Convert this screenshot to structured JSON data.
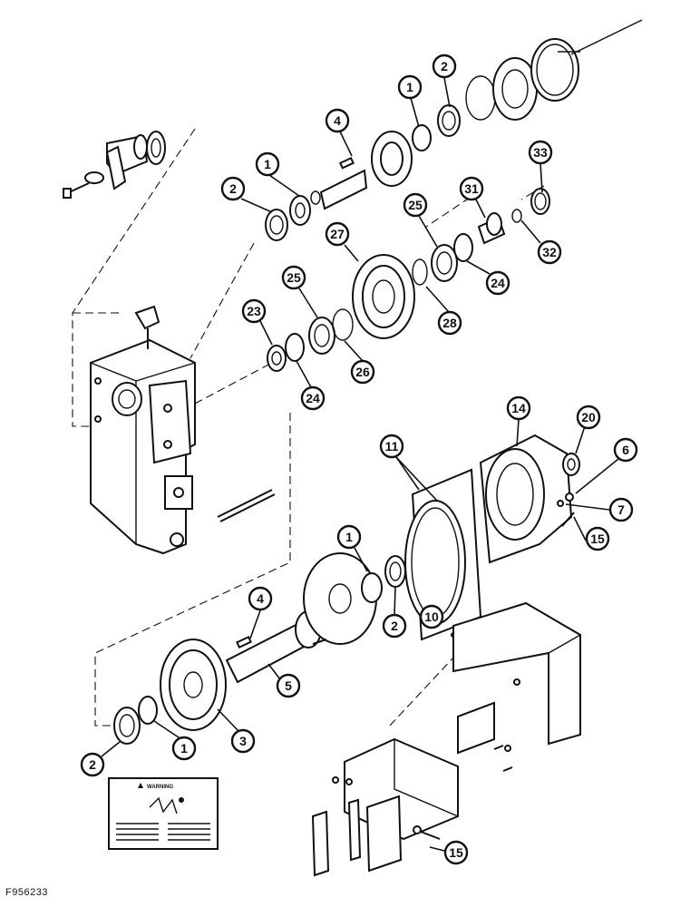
{
  "figure_code": "F956233",
  "warning_label": {
    "title": "WARNING"
  },
  "callouts": [
    {
      "id": "c2-top",
      "label": "2"
    },
    {
      "id": "c1-top",
      "label": "1"
    },
    {
      "id": "c4-top",
      "label": "4"
    },
    {
      "id": "c33",
      "label": "33"
    },
    {
      "id": "c1-mid",
      "label": "1"
    },
    {
      "id": "c2-mid",
      "label": "2"
    },
    {
      "id": "c31",
      "label": "31"
    },
    {
      "id": "c27",
      "label": "27"
    },
    {
      "id": "c25-right",
      "label": "25"
    },
    {
      "id": "c32",
      "label": "32"
    },
    {
      "id": "c24-right",
      "label": "24"
    },
    {
      "id": "c25-left",
      "label": "25"
    },
    {
      "id": "c23",
      "label": "23"
    },
    {
      "id": "c28",
      "label": "28"
    },
    {
      "id": "c26",
      "label": "26"
    },
    {
      "id": "c24-left",
      "label": "24"
    },
    {
      "id": "c14",
      "label": "14"
    },
    {
      "id": "c20",
      "label": "20"
    },
    {
      "id": "c11",
      "label": "11"
    },
    {
      "id": "c6",
      "label": "6"
    },
    {
      "id": "c7",
      "label": "7"
    },
    {
      "id": "c15-right",
      "label": "15"
    },
    {
      "id": "c1-low",
      "label": "1"
    },
    {
      "id": "c4-low",
      "label": "4"
    },
    {
      "id": "c2-low",
      "label": "2"
    },
    {
      "id": "c10",
      "label": "10"
    },
    {
      "id": "c5",
      "label": "5"
    },
    {
      "id": "c3",
      "label": "3"
    },
    {
      "id": "c2-bottom",
      "label": "2"
    },
    {
      "id": "c1-bottom",
      "label": "1"
    },
    {
      "id": "c15-bottom",
      "label": "15"
    }
  ]
}
